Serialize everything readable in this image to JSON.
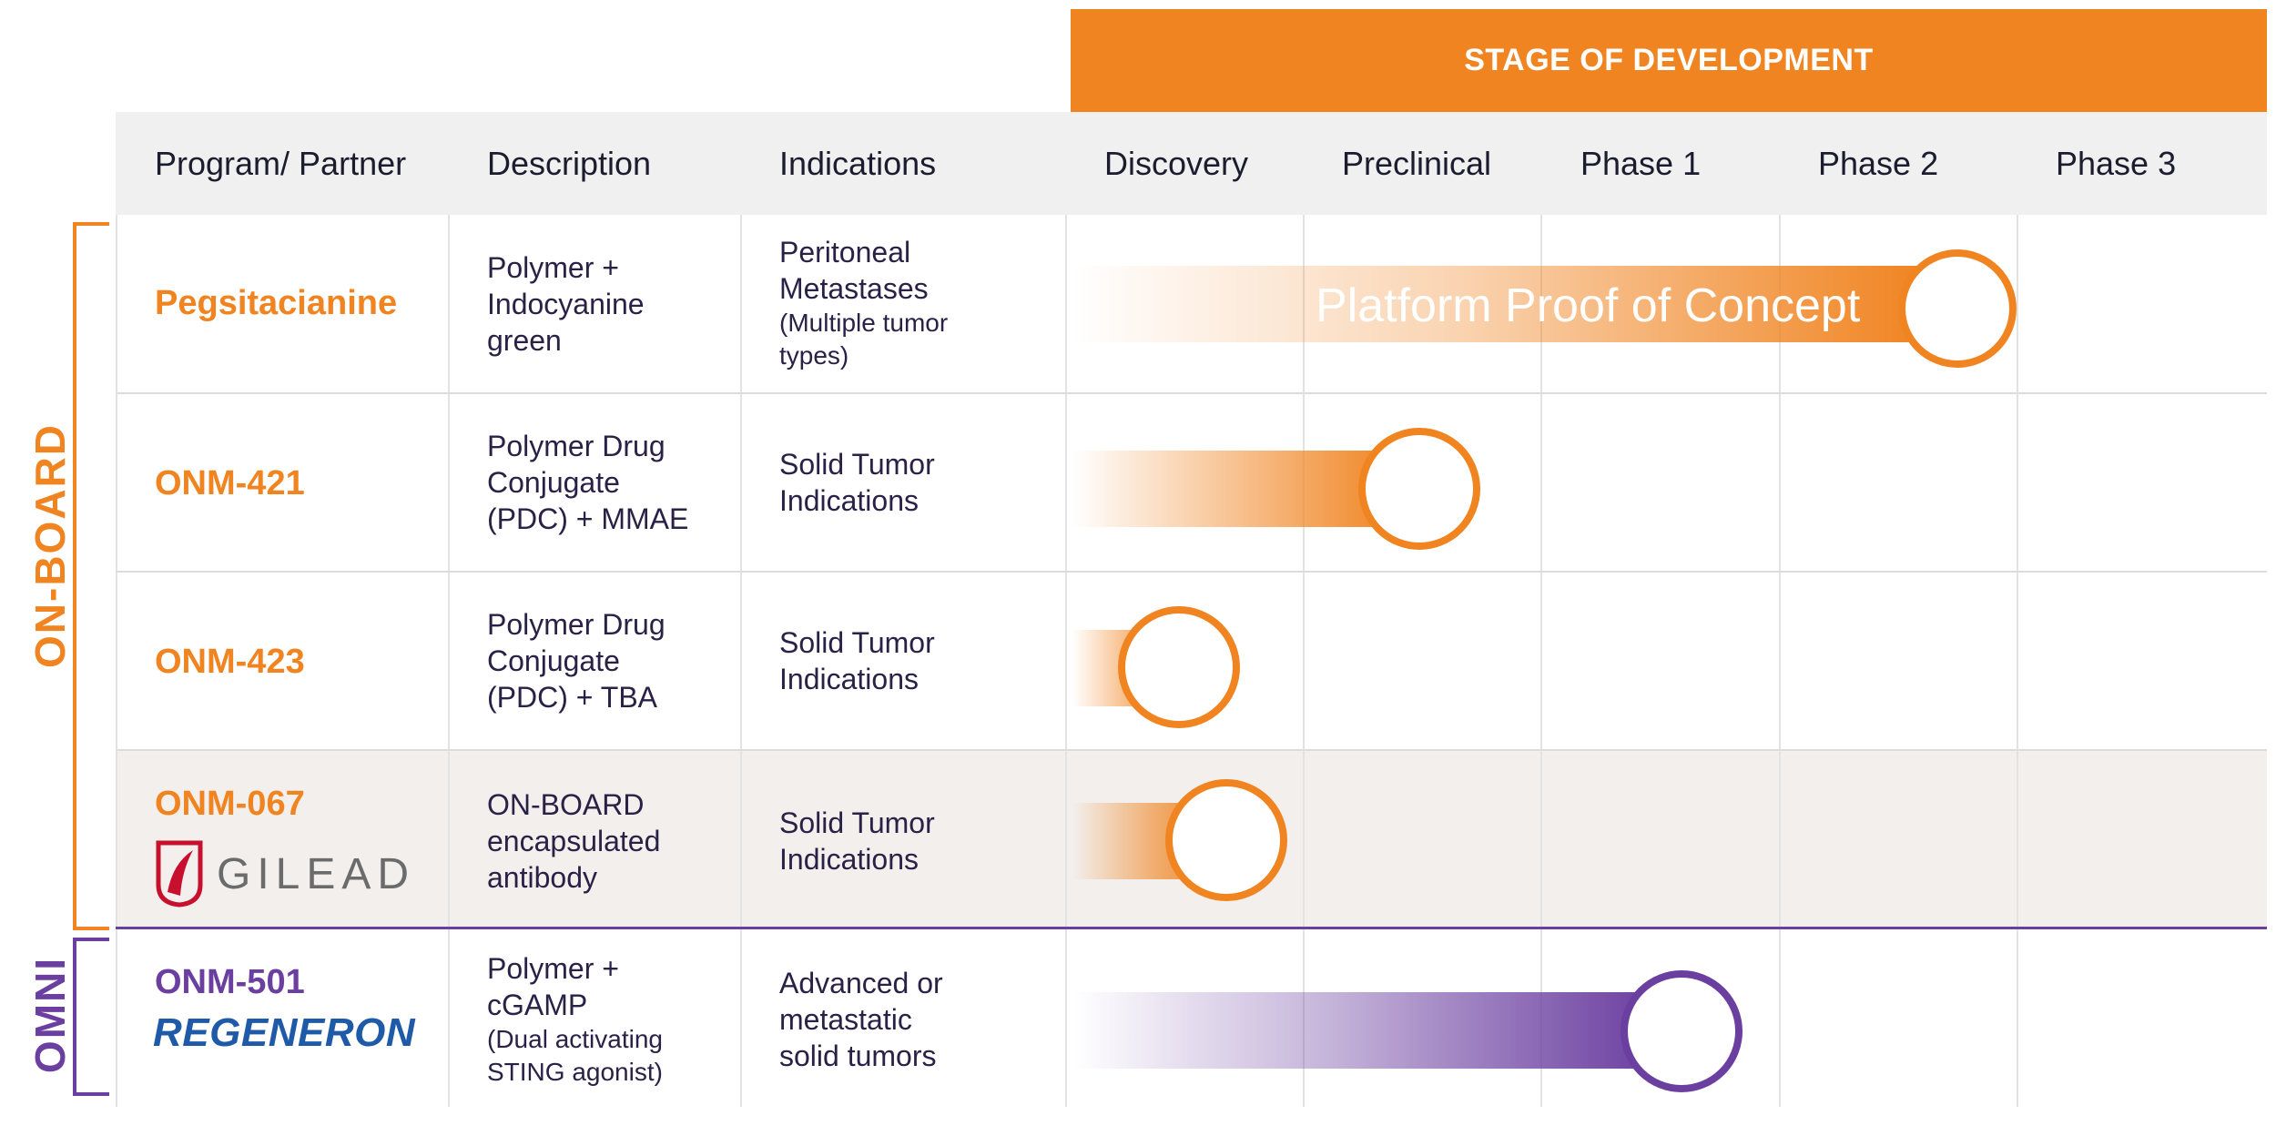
{
  "banner": {
    "title": "STAGE OF DEVELOPMENT"
  },
  "columns": {
    "program": "Program/ Partner",
    "description": "Description",
    "indications": "Indications",
    "stages": [
      "Discovery",
      "Preclinical",
      "Phase 1",
      "Phase 2",
      "Phase 3"
    ]
  },
  "groups": {
    "onboard": "ON-BOARD",
    "omni": "OMNI"
  },
  "rows": [
    {
      "program": "Pegsitacianine",
      "description": [
        "Polymer +",
        "Indocyanine",
        "green"
      ],
      "indications": [
        "Peritoneal",
        "Metastases"
      ],
      "indications_small": [
        "(Multiple tumor",
        "types)"
      ],
      "bar_label": "Platform Proof of Concept",
      "progress_stage": "Phase 2",
      "color": "#f08421"
    },
    {
      "program": "ONM-421",
      "description": [
        "Polymer Drug",
        "Conjugate",
        "(PDC) + MMAE"
      ],
      "indications": [
        "Solid Tumor",
        "Indications"
      ],
      "progress_stage": "Preclinical",
      "color": "#f08421"
    },
    {
      "program": "ONM-423",
      "description": [
        "Polymer Drug",
        "Conjugate",
        "(PDC) + TBA"
      ],
      "indications": [
        "Solid Tumor",
        "Indications"
      ],
      "progress_stage": "Discovery",
      "color": "#f08421"
    },
    {
      "program": "ONM-067",
      "partner": "GILEAD",
      "description": [
        "ON-BOARD",
        "encapsulated",
        "antibody"
      ],
      "indications": [
        "Solid Tumor",
        "Indications"
      ],
      "progress_stage": "Discovery",
      "color": "#f08421"
    },
    {
      "program": "ONM-501",
      "partner": "REGENERON",
      "description": [
        "Polymer +",
        "cGAMP"
      ],
      "description_small": [
        "(Dual activating",
        "STING agonist)"
      ],
      "indications": [
        "Advanced or",
        "metastatic",
        "solid tumors"
      ],
      "progress_stage": "Phase 1",
      "color": "#6b3fa0"
    }
  ]
}
